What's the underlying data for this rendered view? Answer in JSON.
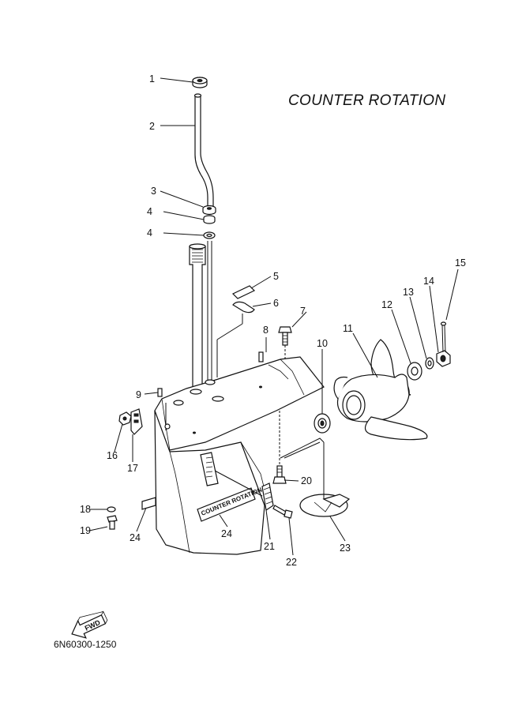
{
  "title": "COUNTER ROTATION",
  "figure_code": "6N60300-1250",
  "fwd_label": "FWD",
  "housing_band_text": "COUNTER ROTATION",
  "callouts": [
    "1",
    "2",
    "3",
    "4",
    "4",
    "5",
    "6",
    "7",
    "8",
    "9",
    "10",
    "11",
    "12",
    "13",
    "14",
    "15",
    "16",
    "17",
    "18",
    "19",
    "20",
    "21",
    "22",
    "23",
    "24",
    "24"
  ]
}
